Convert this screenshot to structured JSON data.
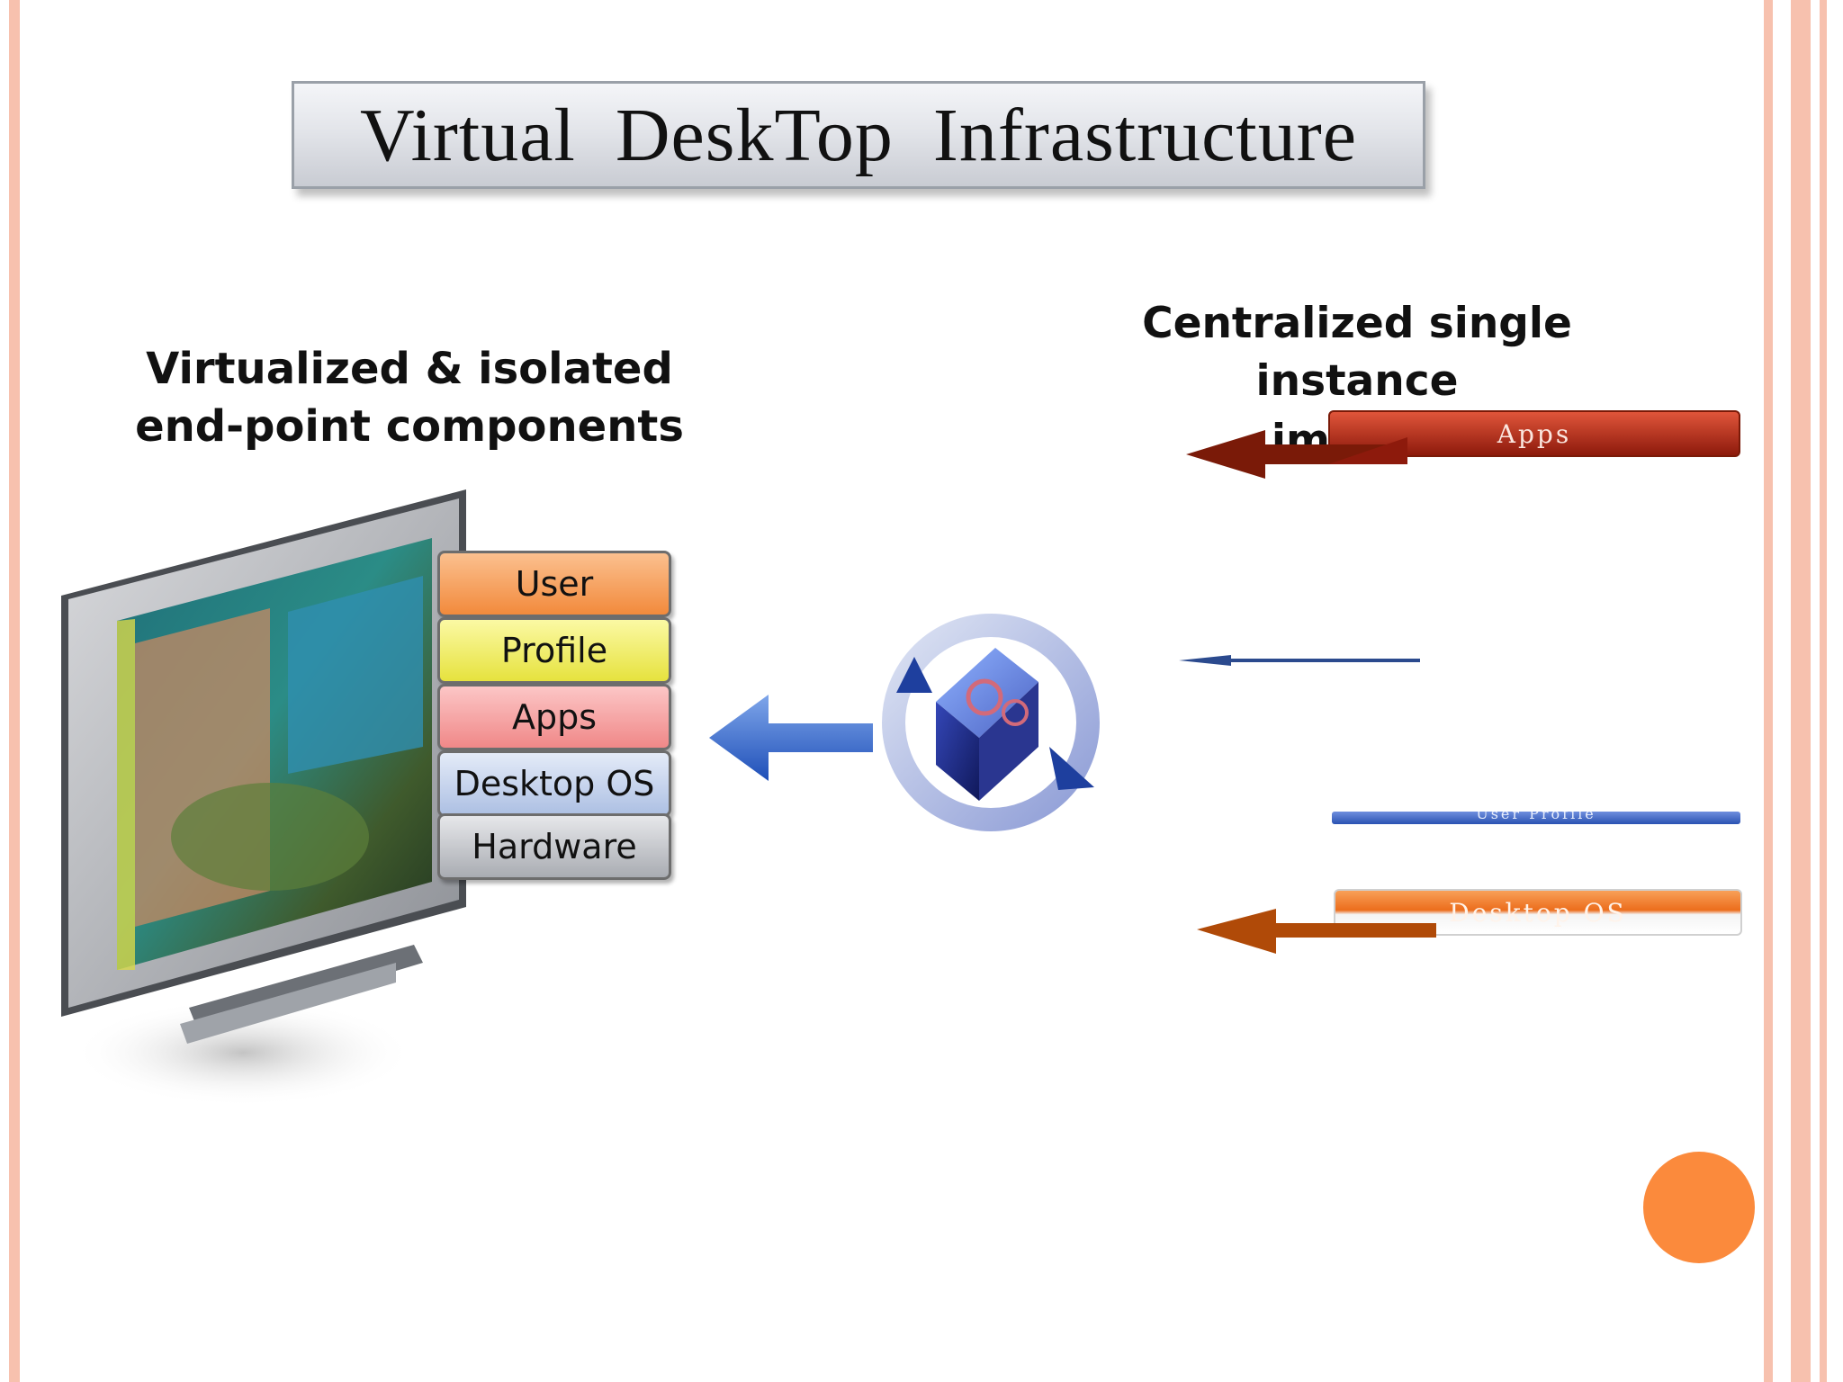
{
  "title": "Virtual  DeskTop  Infrastructure",
  "left_heading": [
    "Virtualized & isolated",
    "end-point components"
  ],
  "right_heading": [
    "Centralized single instance",
    "images"
  ],
  "stack": [
    {
      "label": "User",
      "color": "#f7a060"
    },
    {
      "label": "Profile",
      "color": "#f3f070"
    },
    {
      "label": "Apps",
      "color": "#f6a6a6"
    },
    {
      "label": "Desktop OS",
      "color": "#c6d4ee"
    },
    {
      "label": "Hardware",
      "color": "#c9cbcf"
    }
  ],
  "right_bars": {
    "apps": "Apps",
    "user_profile": "User Profile",
    "desktop_os": "Desktop OS"
  },
  "colors": {
    "frame": "#f5b8a4",
    "accent": "#fb8a3c",
    "arrow_blue": "#2f63c8",
    "arrow_red": "#7a1a08",
    "arrow_orange": "#b04a08"
  }
}
